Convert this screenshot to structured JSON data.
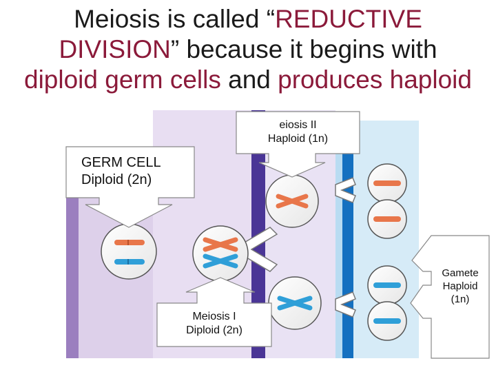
{
  "title": {
    "line1_prefix": "Meiosis is called “",
    "line1_highlight": "REDUCTIVE",
    "line2_highlight": "DIVISION",
    "line2_suffix": "” because it begins with",
    "line3_highlight_a": "diploid germ cells",
    "line3_mid": " and ",
    "line3_highlight_b": "produces haploid"
  },
  "labels": {
    "germ_cell": {
      "line1": "GERM CELL",
      "line2": "Diploid (2n)"
    },
    "meiosis_ii": {
      "line1": "eiosis II",
      "line2": "Haploid (1n)"
    },
    "meiosis_i": {
      "line1": "Meiosis I",
      "line2": "Diploid (2n)"
    },
    "gamete": {
      "line1": "Gamete",
      "line2": "Haploid",
      "line3": "(1n)"
    }
  },
  "colors": {
    "title_highlight": "#8b1a3a",
    "chromosome_orange": "#e8764a",
    "chromosome_blue": "#2f9fd8",
    "band_purple_light": "#ddd0ea",
    "band_purple_dark": "#4a3596",
    "band_blue_light": "#d6ebf7",
    "band_blue_dark": "#1470c0"
  }
}
